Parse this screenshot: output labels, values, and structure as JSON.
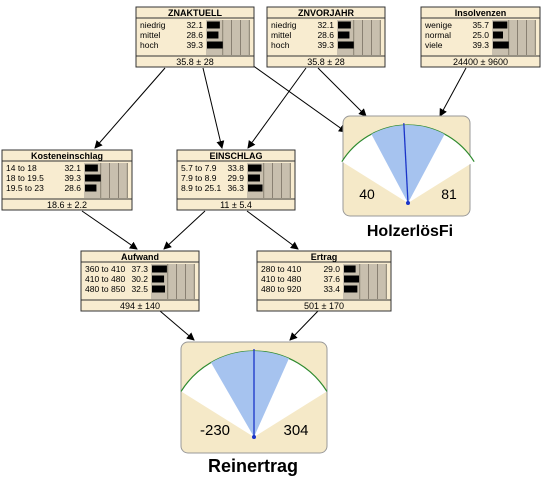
{
  "nodes": {
    "znaktuell": {
      "title": "ZNAKTUELL",
      "states": [
        {
          "label": "niedrig",
          "value": "32.1",
          "p": 32.1
        },
        {
          "label": "mittel",
          "value": "28.6",
          "p": 28.6
        },
        {
          "label": "hoch",
          "value": "39.3",
          "p": 39.3
        }
      ],
      "summary": "35.8 ± 28"
    },
    "znvorjahr": {
      "title": "ZNVORJAHR",
      "states": [
        {
          "label": "niedrig",
          "value": "32.1",
          "p": 32.1
        },
        {
          "label": "mittel",
          "value": "28.6",
          "p": 28.6
        },
        {
          "label": "hoch",
          "value": "39.3",
          "p": 39.3
        }
      ],
      "summary": "35.8 ± 28"
    },
    "insolvenzen": {
      "title": "Insolvenzen",
      "states": [
        {
          "label": "wenige",
          "value": "35.7",
          "p": 35.7
        },
        {
          "label": "normal",
          "value": "25.0",
          "p": 25.0
        },
        {
          "label": "viele",
          "value": "39.3",
          "p": 39.3
        }
      ],
      "summary": "24400 ± 9600"
    },
    "kosteneinschlag": {
      "title": "Kosteneinschlag",
      "states": [
        {
          "label": "14 to 18",
          "value": "32.1",
          "p": 32.1
        },
        {
          "label": "18 to 19.5",
          "value": "39.3",
          "p": 39.3
        },
        {
          "label": "19.5 to 23",
          "value": "28.6",
          "p": 28.6
        }
      ],
      "summary": "18.6 ± 2.2"
    },
    "einschlag": {
      "title": "EINSCHLAG",
      "states": [
        {
          "label": "5.7 to 7.9",
          "value": "33.8",
          "p": 33.8
        },
        {
          "label": "7.9 to 8.9",
          "value": "29.9",
          "p": 29.9
        },
        {
          "label": "8.9 to 25.1",
          "value": "36.3",
          "p": 36.3
        }
      ],
      "summary": "11 ± 5.4"
    },
    "aufwand": {
      "title": "Aufwand",
      "states": [
        {
          "label": "360 to 410",
          "value": "37.3",
          "p": 37.3
        },
        {
          "label": "410 to 480",
          "value": "30.2",
          "p": 30.2
        },
        {
          "label": "480 to 850",
          "value": "32.5",
          "p": 32.5
        }
      ],
      "summary": "494 ± 140"
    },
    "ertrag": {
      "title": "Ertrag",
      "states": [
        {
          "label": "280 to 410",
          "value": "29.0",
          "p": 29.0
        },
        {
          "label": "410 to 480",
          "value": "37.6",
          "p": 37.6
        },
        {
          "label": "480 to 920",
          "value": "33.4",
          "p": 33.4
        }
      ],
      "summary": "501 ± 170"
    }
  },
  "gauges": {
    "holzerloesfi": {
      "title": "HolzerlösFi",
      "min_label": "40",
      "max_label": "81"
    },
    "reinertrag": {
      "title": "Reinertrag",
      "min_label": "-230",
      "max_label": "304"
    }
  },
  "colors": {
    "node_fill": "#f8ecd0",
    "node_border": "#333333",
    "bar_area": "#c8bfae",
    "bar": "#000000",
    "gauge_fill": "#f5e9c8",
    "gauge_wedge": "#a6c3ef",
    "needle": "#1a34c8",
    "arc_green": "#2e8a2e",
    "edge": "#000000"
  }
}
